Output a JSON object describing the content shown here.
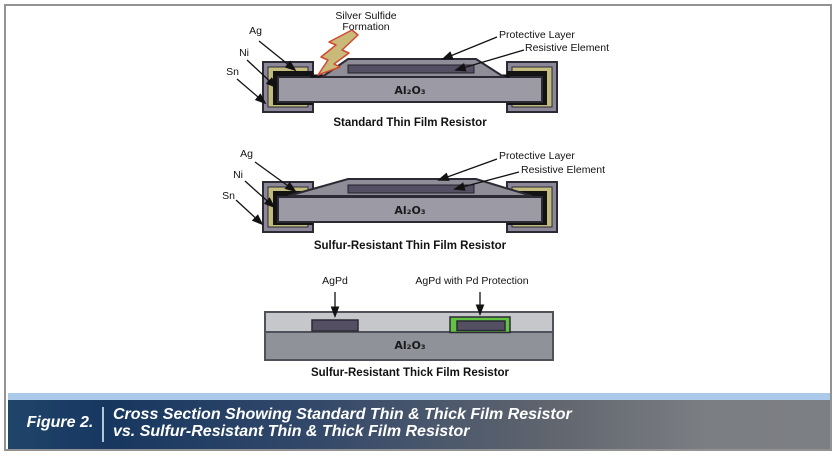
{
  "figure": {
    "label": "Figure 2.",
    "caption_line1": "Cross Section Showing Standard Thin & Thick Film Resistor",
    "caption_line2": "vs. Sulfur-Resistant Thin & Thick Film Resistor"
  },
  "diagrams": [
    {
      "title": "Standard Thin Film Resistor",
      "substrate_label": "Al₂O₃",
      "labels": {
        "ag": "Ag",
        "ni": "Ni",
        "sn": "Sn",
        "protective_layer": "Protective Layer",
        "resistive_element": "Resistive Element",
        "silver_sulfide_line1": "Silver Sulfide",
        "silver_sulfide_line2": "Formation"
      }
    },
    {
      "title": "Sulfur-Resistant Thin Film Resistor",
      "substrate_label": "Al₂O₃",
      "labels": {
        "ag": "Ag",
        "ni": "Ni",
        "sn": "Sn",
        "protective_layer": "Protective Layer",
        "resistive_element": "Resistive Element"
      }
    },
    {
      "title": "Sulfur-Resistant Thick Film Resistor",
      "substrate_label": "Al₂O₃",
      "labels": {
        "agpd": "AgPd",
        "agpd_protected": "AgPd with Pd Protection"
      }
    }
  ],
  "colors": {
    "substrate": "#9c9aa4",
    "protective_layer": "#8f8d98",
    "resistive_element": "#554f64",
    "ag_layer": "#131313",
    "ni_layer": "#c3ba7e",
    "sn_layer": "#8b8798",
    "pd_protection_green": "#62c243",
    "thick_film_glass": "#c6c7ca",
    "thick_film_substrate": "#909299",
    "lightning_fill": "#c9ba7a",
    "lightning_stroke": "#cf4a31",
    "caption_navy": "#17375d",
    "caption_gray": "#7b7e83",
    "caption_stripe_blue": "#abc9e9"
  }
}
